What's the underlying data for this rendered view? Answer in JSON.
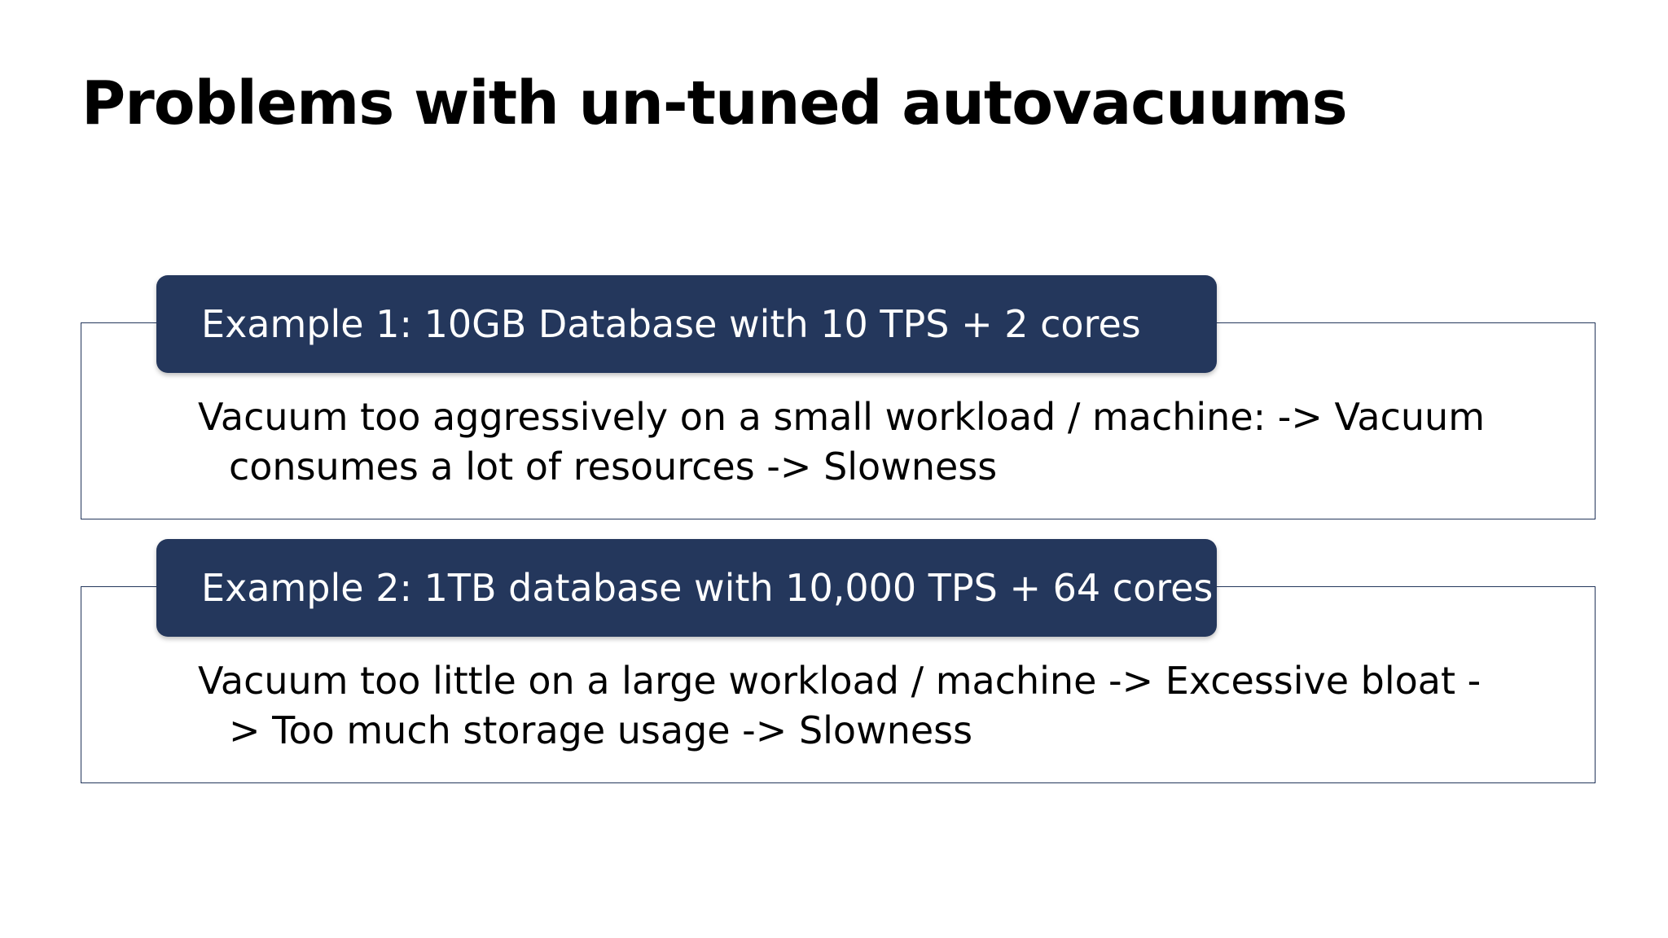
{
  "slide": {
    "title": "Problems with un-tuned autovacuums",
    "examples": [
      {
        "header": "Example 1: 10GB Database with 10 TPS + 2 cores",
        "body": "Vacuum too aggressively on a small workload / machine: -> Vacuum consumes a lot of resources -> Slowness"
      },
      {
        "header": "Example 2: 1TB database with 10,000 TPS + 64 cores",
        "body": "Vacuum too little on a large workload / machine -> Excessive bloat -> Too much storage usage -> Slowness"
      }
    ]
  },
  "colors": {
    "header_background": "#24375c",
    "header_text": "#ffffff",
    "box_border": "#24375c",
    "body_text": "#000000"
  }
}
